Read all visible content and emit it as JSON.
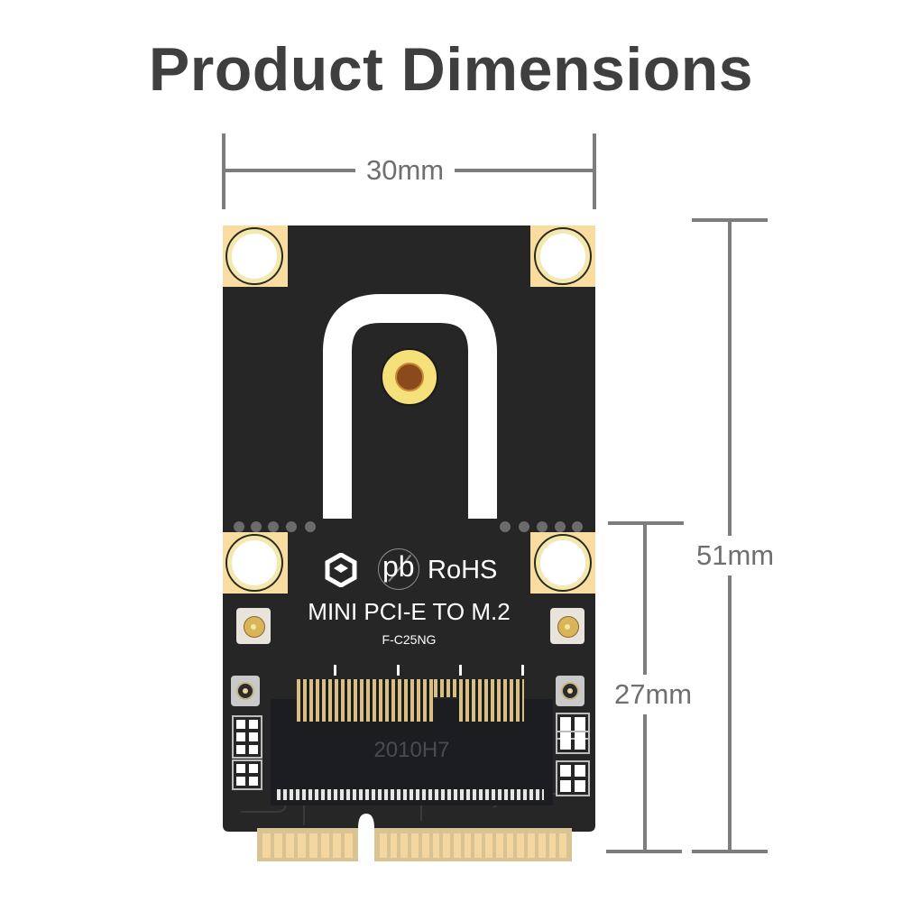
{
  "header": {
    "title": "Product Dimensions"
  },
  "dimensions": {
    "width": {
      "label": "30mm",
      "value_mm": 30
    },
    "total_height": {
      "label": "51mm",
      "value_mm": 51
    },
    "partial_height": {
      "label": "27mm",
      "value_mm": 27
    }
  },
  "board": {
    "logo_icon": "brand-hexagon-logo",
    "pb_free_mark": "pb",
    "compliance": "RoHS",
    "product_name": "MINI PCI-E TO M.2",
    "model": "F-C25NG",
    "connector_marking": "2010H7",
    "colors": {
      "pcb": "#262626",
      "gold_pad": "#f9dca0",
      "silkscreen": "#ffffff",
      "dimension_line": "#7d7d7d",
      "title_text": "#3f3f3f"
    }
  }
}
